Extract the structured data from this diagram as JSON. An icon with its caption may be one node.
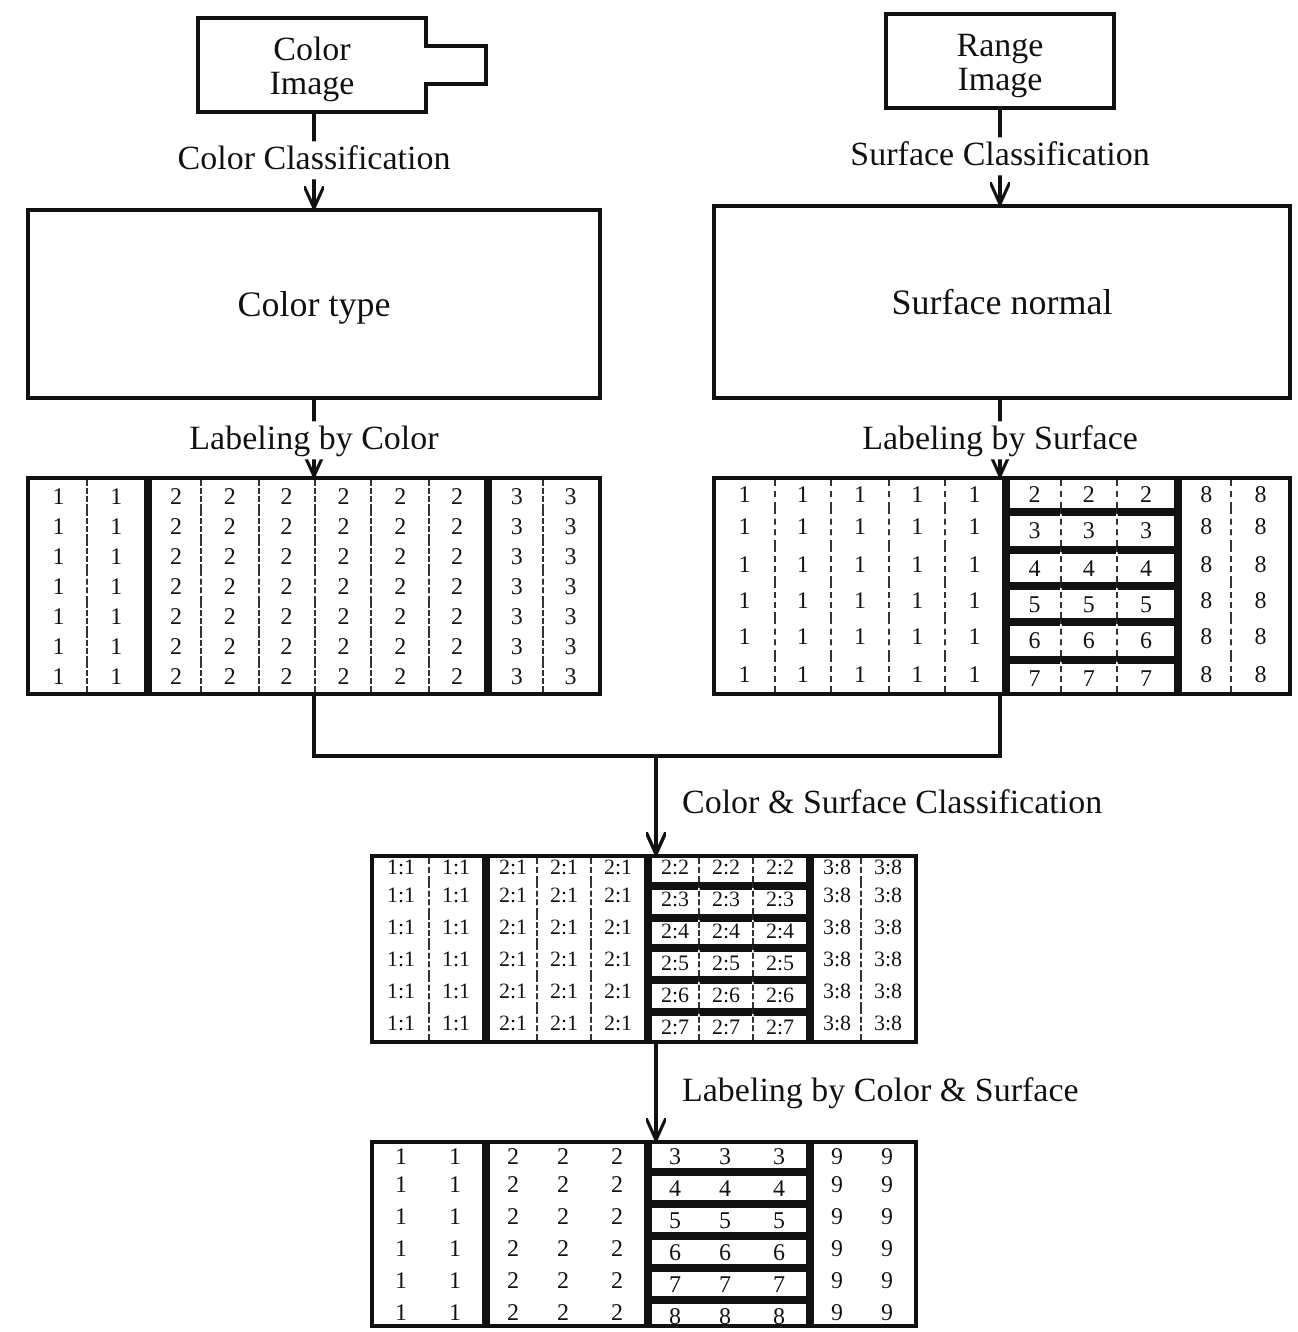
{
  "diagram": {
    "nodes": [
      {
        "text": [
          "Color Image"
        ]
      },
      {
        "text": [
          "Color type"
        ]
      },
      {
        "text": [
          "Range Image"
        ]
      },
      {
        "text": [
          "Surface normal"
        ]
      },
      {
        "text": [
          "1",
          "1",
          "2",
          "2",
          "2",
          "2",
          "2",
          "2",
          "3",
          "3",
          "1",
          "1",
          "2",
          "2",
          "2",
          "2",
          "2",
          "2",
          "3",
          "3",
          "1",
          "1",
          "2",
          "2",
          "2",
          "2",
          "2",
          "2",
          "3",
          "3",
          "1",
          "1",
          "2",
          "2",
          "2",
          "2",
          "2",
          "2",
          "3",
          "3",
          "1",
          "1",
          "2",
          "2",
          "2",
          "2",
          "2",
          "2",
          "3",
          "3",
          "1",
          "1",
          "2",
          "2",
          "2",
          "2",
          "2",
          "2",
          "3",
          "3",
          "1",
          "1",
          "2",
          "2",
          "2",
          "2",
          "2",
          "2",
          "3",
          "3"
        ]
      },
      {
        "text": [
          "1",
          "1",
          "1",
          "1",
          "1",
          "2",
          "2",
          "2",
          "8",
          "8",
          "1",
          "1",
          "1",
          "1",
          "1",
          "3",
          "3",
          "3",
          "8",
          "8",
          "1",
          "1",
          "1",
          "1",
          "1",
          "4",
          "4",
          "4",
          "8",
          "8",
          "1",
          "1",
          "1",
          "1",
          "1",
          "5",
          "5",
          "5",
          "8",
          "8",
          "1",
          "1",
          "1",
          "1",
          "1",
          "6",
          "6",
          "6",
          "8",
          "8",
          "1",
          "1",
          "1",
          "1",
          "1",
          "7",
          "7",
          "7",
          "8",
          "8"
        ]
      },
      {
        "text": [
          "1:1",
          "1:1",
          "2:1",
          "2:1",
          "2:1",
          "2:2",
          "2:2",
          "2:2",
          "3:8",
          "3:8",
          "1:1",
          "1:1",
          "2:1",
          "2:1",
          "2:1",
          "2:3",
          "2:3",
          "2:3",
          "3:8",
          "3:8",
          "1:1",
          "1:1",
          "2:1",
          "2:1",
          "2:1",
          "2:4",
          "2:4",
          "2:4",
          "3:8",
          "3:8",
          "1:1",
          "1:1",
          "2:1",
          "2:1",
          "2:1",
          "2:5",
          "2:5",
          "2:5",
          "3:8",
          "3:8",
          "1:1",
          "1:1",
          "2:1",
          "2:1",
          "2:1",
          "2:6",
          "2:6",
          "2:6",
          "3:8",
          "3:8",
          "1:1",
          "1:1",
          "2:1",
          "2:1",
          "2:1",
          "2:7",
          "2:7",
          "2:7",
          "3:8",
          "3:8"
        ]
      },
      {
        "text": [
          "1",
          "1",
          "2",
          "2",
          "2",
          "3",
          "3",
          "3",
          "9",
          "9",
          "1",
          "1",
          "2",
          "2",
          "2",
          "4",
          "4",
          "4",
          "9",
          "9",
          "1",
          "1",
          "2",
          "2",
          "2",
          "5",
          "5",
          "5",
          "9",
          "9",
          "1",
          "1",
          "2",
          "2",
          "2",
          "6",
          "6",
          "6",
          "9",
          "9",
          "1",
          "1",
          "2",
          "2",
          "2",
          "7",
          "7",
          "7",
          "9",
          "9",
          "1",
          "1",
          "2",
          "2",
          "2",
          "8",
          "8",
          "8",
          "9",
          "9"
        ]
      }
    ],
    "edges": [
      {
        "from": 0,
        "to": 1,
        "arrow": "to",
        "label": "Color Classification"
      },
      {
        "from": 2,
        "to": 3,
        "arrow": "to",
        "label": "Surface Classification"
      },
      {
        "from": 1,
        "to": 4,
        "arrow": "to",
        "label": "Labeling by Color"
      },
      {
        "from": 3,
        "to": 5,
        "arrow": "to",
        "label": "Labeling by Surface"
      },
      {
        "from": 4,
        "to": 6,
        "arrow": "to",
        "label": "Color & Surface Classification"
      },
      {
        "from": 5,
        "to": 6,
        "arrow": "to"
      },
      {
        "from": 6,
        "to": 7,
        "arrow": "to",
        "label": "Labeling by Color & Surface"
      }
    ]
  }
}
